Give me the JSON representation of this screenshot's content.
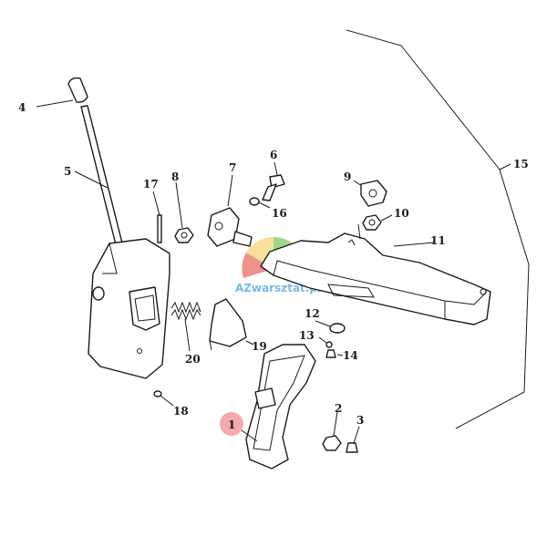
{
  "diagram": {
    "highlight_color": "#f4a9b0",
    "watermark": {
      "text": "AZwarsztat.pl",
      "colors": [
        "#e23a2a",
        "#f2c230",
        "#5cbf3a"
      ]
    },
    "callouts": [
      {
        "id": "c1",
        "label": "1"
      },
      {
        "id": "c2",
        "label": "2"
      },
      {
        "id": "c3",
        "label": "3"
      },
      {
        "id": "c4",
        "label": "4"
      },
      {
        "id": "c5",
        "label": "5"
      },
      {
        "id": "c6",
        "label": "6"
      },
      {
        "id": "c7",
        "label": "7"
      },
      {
        "id": "c8",
        "label": "8"
      },
      {
        "id": "c9",
        "label": "9"
      },
      {
        "id": "c10",
        "label": "10"
      },
      {
        "id": "c11",
        "label": "11"
      },
      {
        "id": "c12",
        "label": "12"
      },
      {
        "id": "c13",
        "label": "13"
      },
      {
        "id": "c14",
        "label": "14"
      },
      {
        "id": "c15",
        "label": "15"
      },
      {
        "id": "c16",
        "label": "16"
      },
      {
        "id": "c17",
        "label": "17"
      },
      {
        "id": "c18",
        "label": "18"
      },
      {
        "id": "c19",
        "label": "19"
      },
      {
        "id": "c20",
        "label": "20"
      }
    ]
  }
}
